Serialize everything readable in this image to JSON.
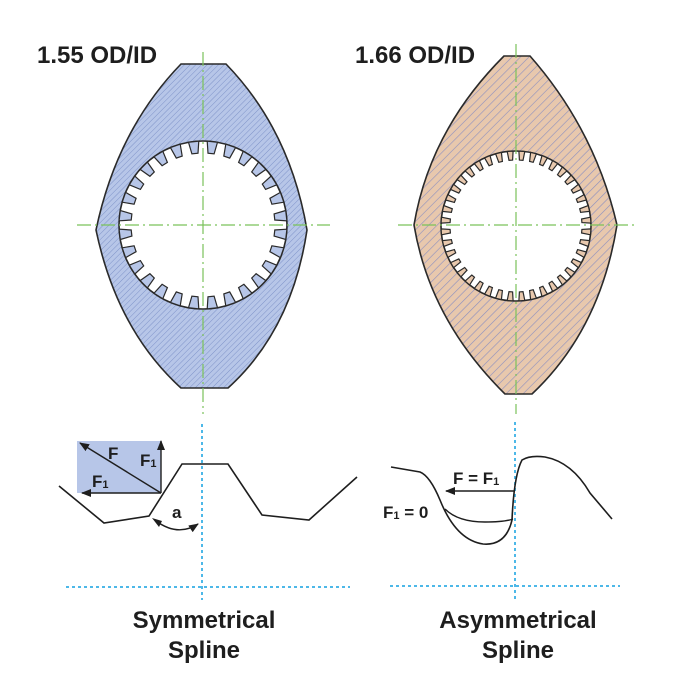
{
  "diagram": {
    "left": {
      "title": "1.55 OD/ID",
      "spline_type": "Symmetrical",
      "caption_line1": "Symmetrical",
      "caption_line2": "Spline",
      "fill_color": "#b7c6e8",
      "hatch_color": "#7f93c9",
      "tooth_count": 28,
      "labels": {
        "force": "F",
        "component_vertical": "F1",
        "component_horizontal": "F1",
        "angle": "a"
      }
    },
    "right": {
      "title": "1.66 OD/ID",
      "spline_type": "Asymmetrical",
      "caption_line1": "Asymmetrical",
      "caption_line2": "Spline",
      "fill_color": "#e8c8ad",
      "hatch_color": "#8a8fc0",
      "tooth_count": 40,
      "labels": {
        "force_eq": "F = F1",
        "component_zero": "F1 = 0"
      }
    },
    "colors": {
      "outline": "#2a2a2a",
      "centerline": "#7ac25a",
      "axis_dotted": "#4db8e8",
      "vector_box": "#b7c6e8"
    }
  }
}
